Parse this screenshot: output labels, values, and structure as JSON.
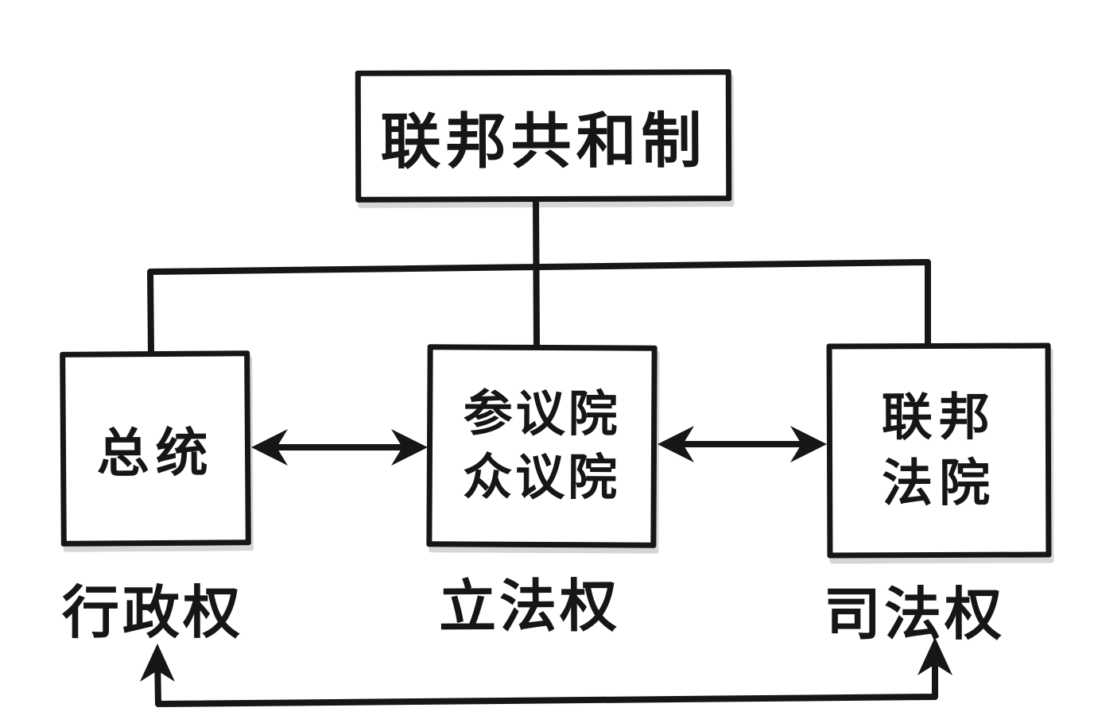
{
  "diagram": {
    "title": "联邦共和制",
    "branches": [
      {
        "name": "president",
        "box_lines": [
          "总统"
        ],
        "power_label": "行政权"
      },
      {
        "name": "parliament",
        "box_lines": [
          "参议院",
          "众议院"
        ],
        "power_label": "立法权"
      },
      {
        "name": "federal-court",
        "box_lines": [
          "联邦",
          "法院"
        ],
        "power_label": "司法权"
      }
    ],
    "relations": [
      "联邦共和制 → 总统 / 参议院众议院 / 联邦法院",
      "总统 ↔ 参议院众议院",
      "参议院众议院 ↔ 联邦法院",
      "行政权 ↔ 司法权"
    ],
    "colors": {
      "ink": "#161616",
      "background": "#ffffff"
    }
  }
}
